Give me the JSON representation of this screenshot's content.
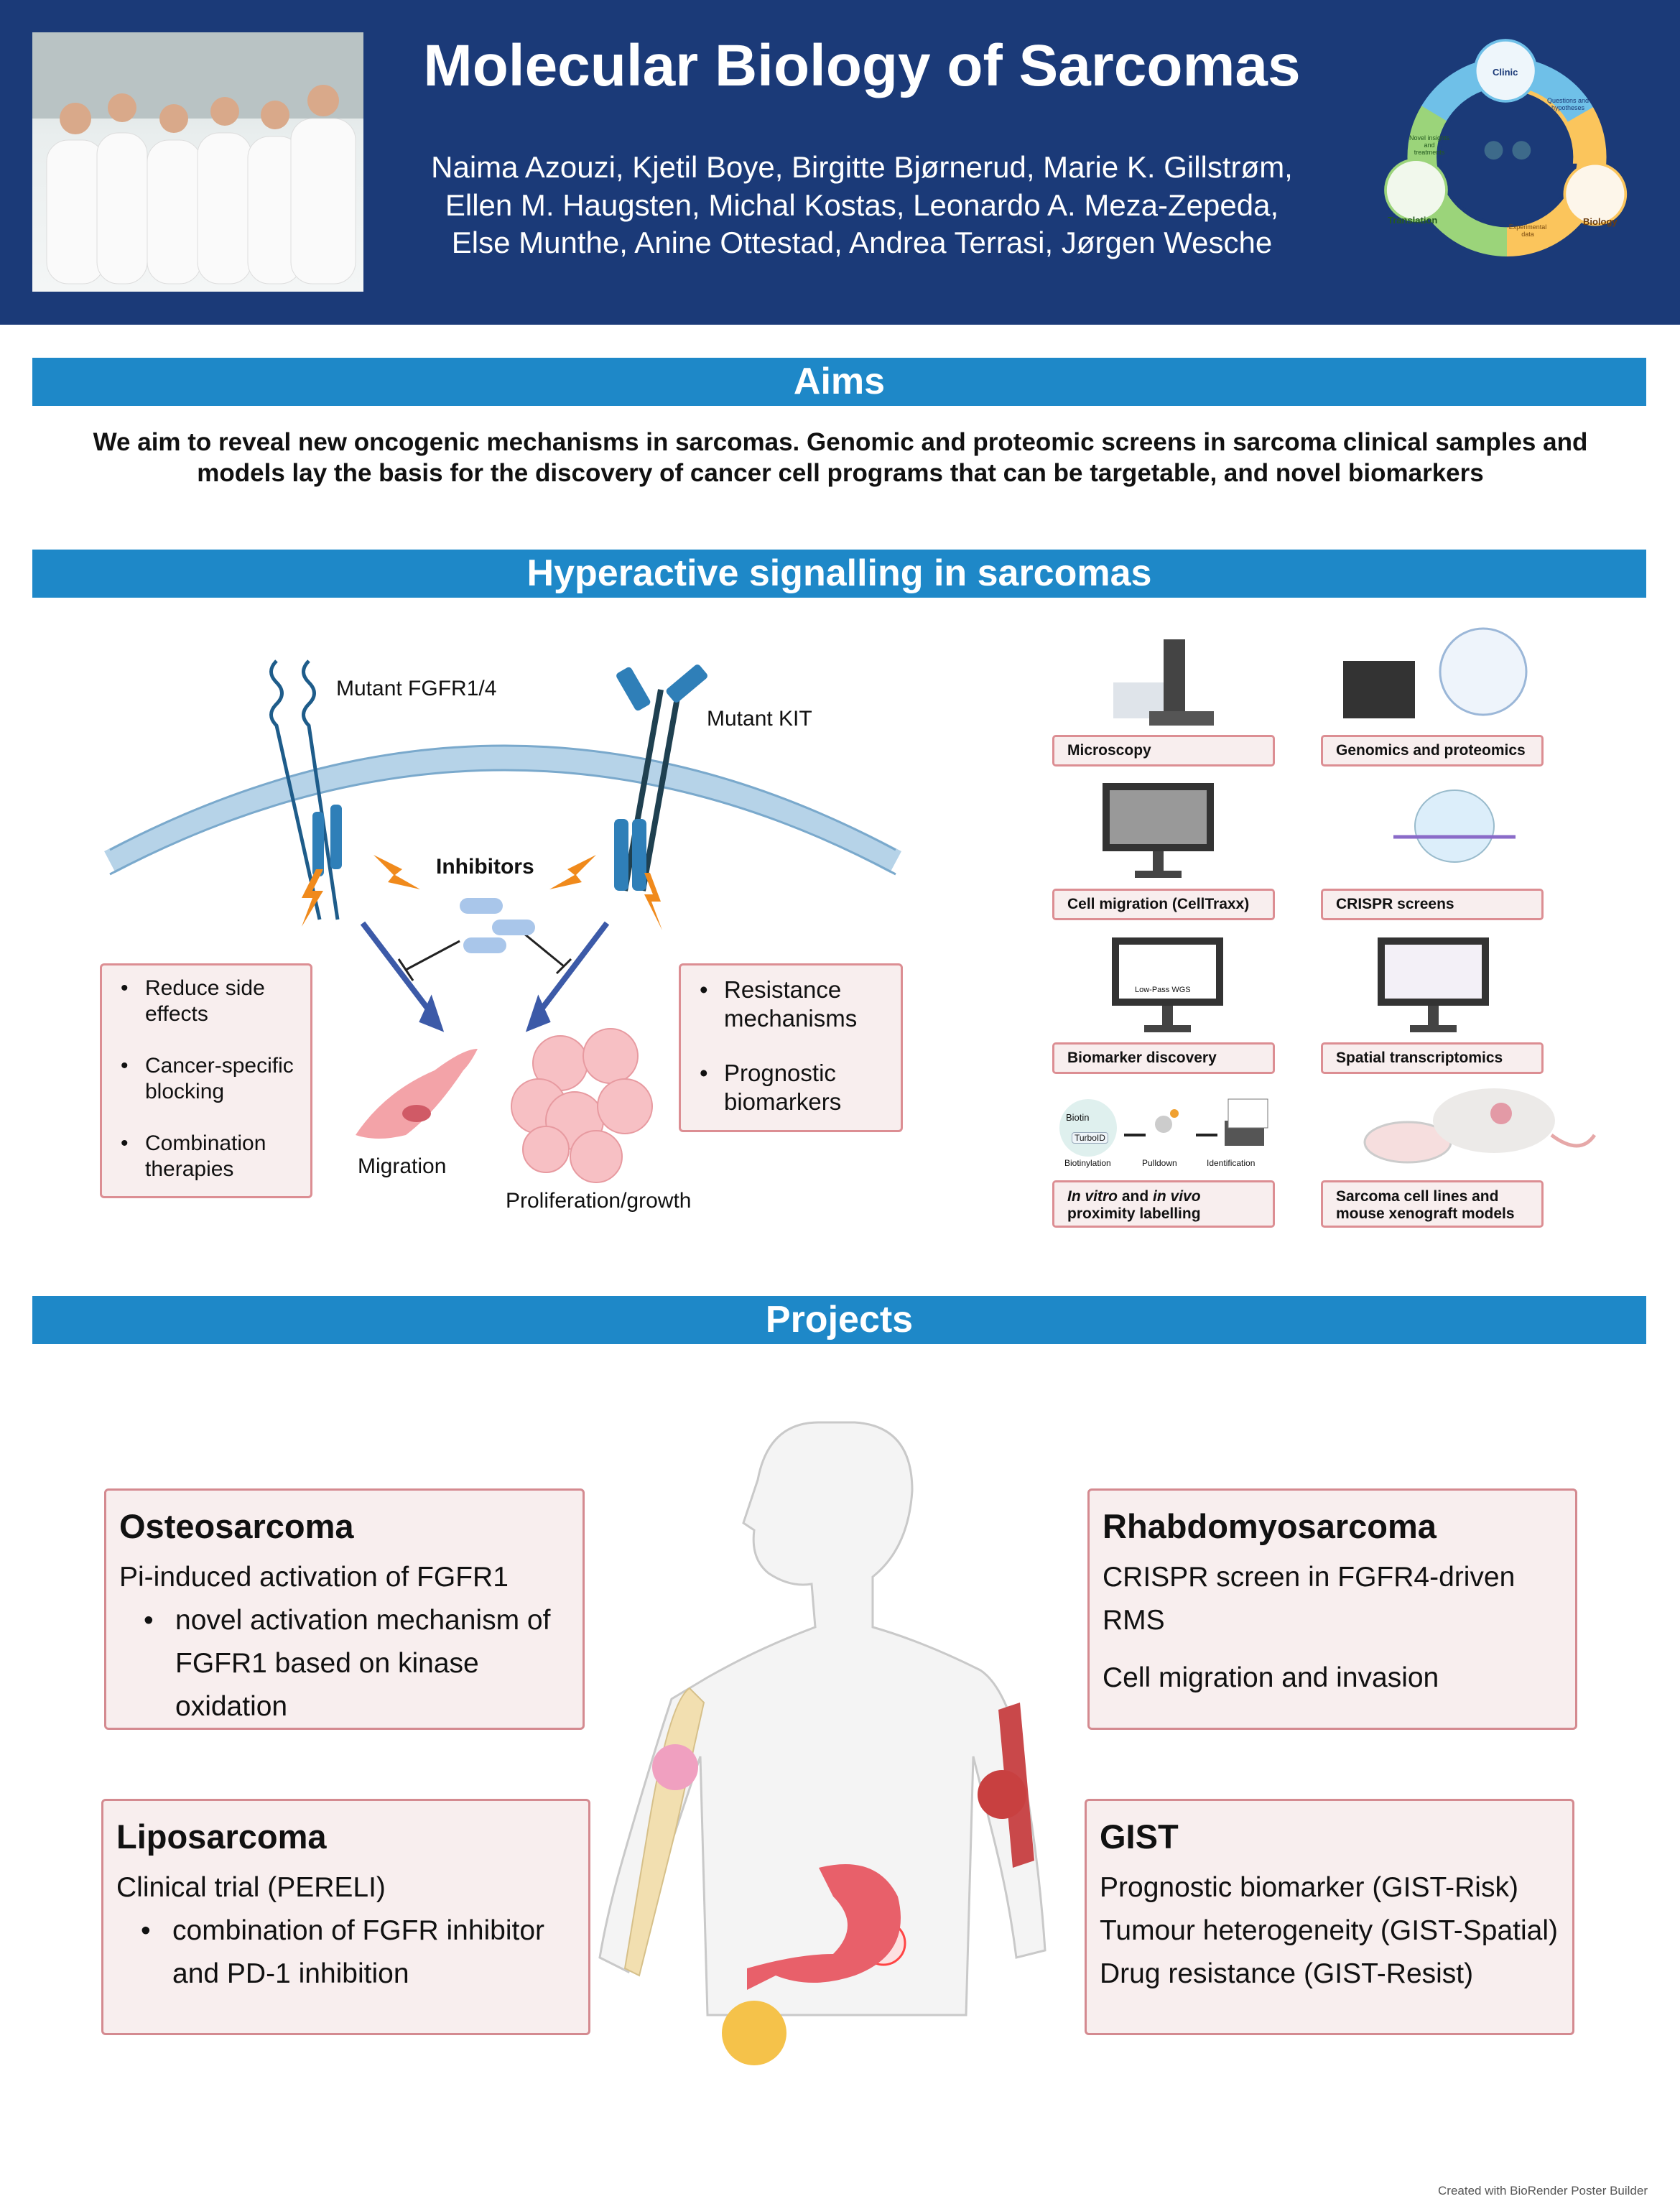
{
  "header": {
    "title": "Molecular Biology of Sarcomas",
    "authors": [
      "Naima Azouzi, Kjetil Boye, Birgitte Bjørnerud, Marie K. Gillstrøm,",
      "Ellen M. Haugsten, Michal Kostas, Leonardo A. Meza-Zepeda,",
      "Else Munthe, Anine Ottestad, Andrea Terrasi, Jørgen Wesche"
    ],
    "cycle": {
      "clinic": "Clinic",
      "biology": "Biology",
      "translation": "Translation",
      "questions": "Questions and hypotheses",
      "experimental": "Experimental data",
      "insights": "Novel insights and treatments"
    }
  },
  "aims": {
    "title": "Aims",
    "text": "We aim to reveal new oncogenic mechanisms in sarcomas.  Genomic and proteomic screens in sarcoma clinical samples and models lay the basis for the discovery of cancer cell programs that can be targetable, and novel biomarkers"
  },
  "signalling": {
    "title": "Hyperactive signalling in sarcomas",
    "fgfr": "Mutant FGFR1/4",
    "kit": "Mutant KIT",
    "inhibitors": "Inhibitors",
    "migration": "Migration",
    "proliferation": "Proliferation/growth",
    "left_bullets": [
      "Reduce side effects",
      "Cancer-specific blocking",
      "Combination therapies"
    ],
    "right_bullets": [
      "Resistance mechanisms",
      "Prognostic biomarkers"
    ],
    "methods": [
      "Microscopy",
      "Genomics and proteomics",
      "Cell migration (CellTraxx)",
      "CRISPR screens",
      "Biomarker discovery",
      "Spatial transcriptomics"
    ],
    "proximity": {
      "it1": "In vitro",
      "and": " and ",
      "it2": "in vivo",
      "line2": "proximity labelling"
    },
    "xenograft": "Sarcoma cell lines and mouse xenograft models",
    "prox_steps": [
      "Biotin",
      "TurboID",
      "Biotinylation",
      "Pulldown",
      "Identification"
    ],
    "wgs": "Low-Pass WGS"
  },
  "projects": {
    "title": "Projects",
    "osteo": {
      "title": "Osteosarcoma",
      "line": "Pi-induced activation of FGFR1",
      "bullet": "novel activation mechanism of FGFR1 based on kinase oxidation"
    },
    "lipo": {
      "title": "Liposarcoma",
      "line": "Clinical trial (PERELI)",
      "bullet": "combination of FGFR inhibitor and PD-1 inhibition"
    },
    "rhabdo": {
      "title": "Rhabdomyosarcoma",
      "lines": [
        "CRISPR screen in FGFR4-driven RMS",
        "Cell migration and invasion"
      ]
    },
    "gist": {
      "title": "GIST",
      "lines": [
        "Prognostic biomarker (GIST-Risk)",
        "Tumour heterogeneity (GIST-Spatial)",
        "Drug resistance (GIST-Resist)"
      ]
    }
  },
  "footer": "Created with BioRender Poster Builder",
  "colors": {
    "header": "#1b3a78",
    "bar": "#1e88c8",
    "box_border": "#dc8e93",
    "box_fill": "#f8eeee"
  }
}
